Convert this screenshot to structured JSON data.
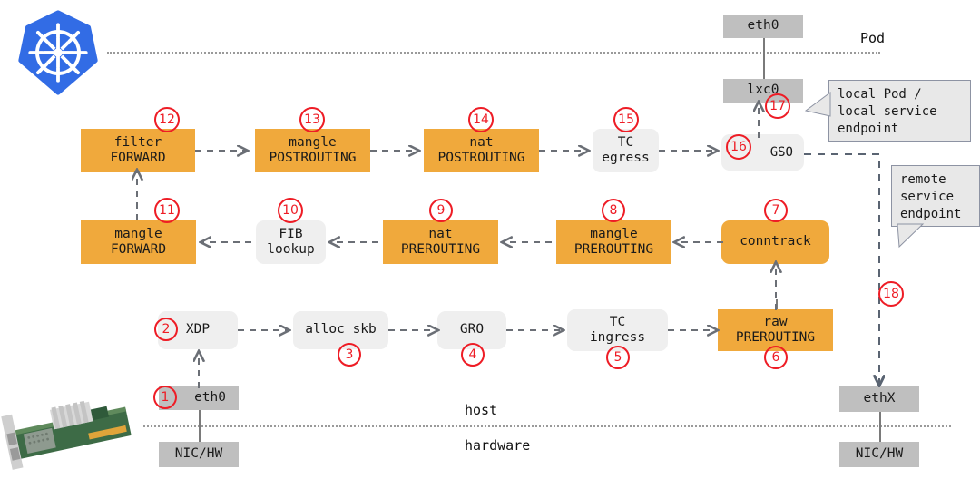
{
  "diagram": {
    "title": "Kubernetes / Linux network packet path",
    "colors": {
      "orange": "#F0A93C",
      "grey_box": "#EFEFEF",
      "interface_box": "#BFBFBF",
      "number_red": "#EE1C25",
      "k8s_blue": "#326CE5",
      "dotted_line": "#9A9A9A"
    },
    "zones": [
      {
        "name": "pod-zone-label",
        "label": "Pod"
      },
      {
        "name": "host-zone-label",
        "label": "host"
      },
      {
        "name": "hardware-zone-label",
        "label": "hardware"
      }
    ],
    "logo": {
      "name": "kubernetes-logo",
      "alt": "Kubernetes"
    },
    "photo": {
      "name": "nic-card-photo",
      "alt": "NIC/HW network interface card"
    },
    "nodes": [
      {
        "id": "eth0-pod",
        "kind": "interface",
        "l1": "eth0",
        "l2": ""
      },
      {
        "id": "lxc0",
        "kind": "interface",
        "l1": "lxc0",
        "l2": ""
      },
      {
        "id": "filter-forward",
        "kind": "orange",
        "l1": "filter",
        "l2": "FORWARD"
      },
      {
        "id": "mangle-postrouting",
        "kind": "orange",
        "l1": "mangle",
        "l2": "POSTROUTING"
      },
      {
        "id": "nat-postrouting",
        "kind": "orange",
        "l1": "nat",
        "l2": "POSTROUTING"
      },
      {
        "id": "tc-egress",
        "kind": "grey",
        "l1": "TC",
        "l2": "egress"
      },
      {
        "id": "gso",
        "kind": "grey",
        "l1": "GSO",
        "l2": ""
      },
      {
        "id": "mangle-forward",
        "kind": "orange",
        "l1": "mangle",
        "l2": "FORWARD"
      },
      {
        "id": "fib-lookup",
        "kind": "grey",
        "l1": "FIB",
        "l2": "lookup"
      },
      {
        "id": "nat-prerouting",
        "kind": "orange",
        "l1": "nat",
        "l2": "PREROUTING"
      },
      {
        "id": "mangle-prerouting",
        "kind": "orange",
        "l1": "mangle",
        "l2": "PREROUTING"
      },
      {
        "id": "conntrack",
        "kind": "orange",
        "l1": "conntrack",
        "l2": ""
      },
      {
        "id": "xdp",
        "kind": "grey",
        "l1": "XDP",
        "l2": ""
      },
      {
        "id": "alloc-skb",
        "kind": "grey",
        "l1": "alloc skb",
        "l2": ""
      },
      {
        "id": "gro",
        "kind": "grey",
        "l1": "GRO",
        "l2": ""
      },
      {
        "id": "tc-ingress",
        "kind": "grey",
        "l1": "TC",
        "l2": "ingress"
      },
      {
        "id": "raw-prerouting",
        "kind": "orange",
        "l1": "raw",
        "l2": "PREROUTING"
      },
      {
        "id": "eth0-host",
        "kind": "interface",
        "l1": "eth0",
        "l2": ""
      },
      {
        "id": "nic-hw-left",
        "kind": "interface",
        "l1": "NIC/HW",
        "l2": ""
      },
      {
        "id": "ethx",
        "kind": "interface",
        "l1": "ethX",
        "l2": ""
      },
      {
        "id": "nic-hw-right",
        "kind": "interface",
        "l1": "NIC/HW",
        "l2": ""
      }
    ],
    "steps": [
      {
        "n": "1",
        "target": "eth0-host"
      },
      {
        "n": "2",
        "target": "xdp"
      },
      {
        "n": "3",
        "target": "alloc-skb"
      },
      {
        "n": "4",
        "target": "gro"
      },
      {
        "n": "5",
        "target": "tc-ingress"
      },
      {
        "n": "6",
        "target": "raw-prerouting"
      },
      {
        "n": "7",
        "target": "conntrack"
      },
      {
        "n": "8",
        "target": "mangle-prerouting"
      },
      {
        "n": "9",
        "target": "nat-prerouting"
      },
      {
        "n": "10",
        "target": "fib-lookup"
      },
      {
        "n": "11",
        "target": "mangle-forward"
      },
      {
        "n": "12",
        "target": "filter-forward"
      },
      {
        "n": "13",
        "target": "mangle-postrouting"
      },
      {
        "n": "14",
        "target": "nat-postrouting"
      },
      {
        "n": "15",
        "target": "tc-egress"
      },
      {
        "n": "16",
        "target": "gso"
      },
      {
        "n": "17",
        "target": "lxc0"
      },
      {
        "n": "18",
        "target": "ethx"
      }
    ],
    "callouts": [
      {
        "id": "local-endpoint",
        "text": "local Pod /\nlocal service\nendpoint"
      },
      {
        "id": "remote-endpoint",
        "text": "remote\nservice\nendpoint"
      }
    ]
  }
}
